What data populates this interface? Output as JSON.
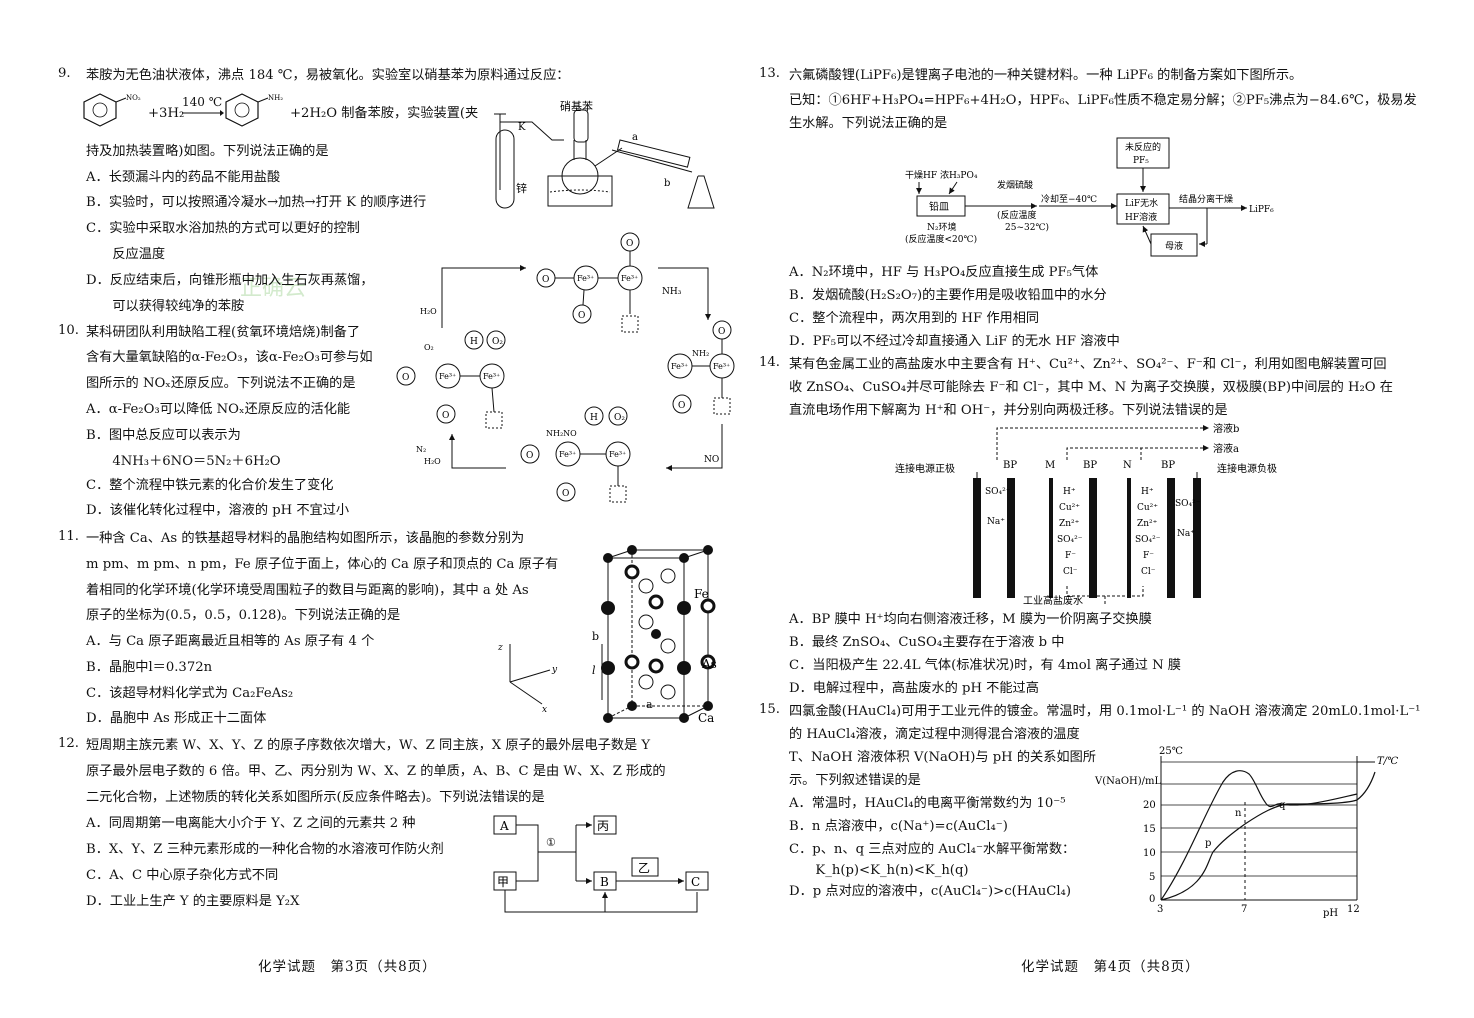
{
  "left": {
    "footer": "化学试题　第3页（共8页）",
    "watermark": "正确云",
    "q9": {
      "num": "9.",
      "l1": "苯胺为无色油状液体，沸点 184 ℃，易被氧化。实验室以硝基苯为原料通过反应：",
      "eq_plus": "+3H₂",
      "eq_cond": "140 ℃",
      "eq_rest": "+2H₂O 制备苯胺，实验装置(夹",
      "l3": "持及加热装置略)如图。下列说法正确的是",
      "opts": [
        "A．长颈漏斗内的药品不能用盐酸",
        "B．实验时，可以按照通冷凝水→加热→打开 K 的顺序进行",
        "C．实验中采取水浴加热的方式可以更好的控制",
        "　　反应温度",
        "D．反应结束后，向锥形瓶中加入生石灰再蒸馏，",
        "　　可以获得较纯净的苯胺"
      ],
      "app": {
        "nitro": "硝基苯",
        "zinc": "锌",
        "k": "K",
        "a": "a",
        "b": "b"
      }
    },
    "q10": {
      "num": "10.",
      "lines": [
        "某科研团队利用缺陷工程(贫氧环境焙烧)制备了",
        "含有大量氧缺陷的α-Fe₂O₃，该α-Fe₂O₃可参与如",
        "图所示的 NOₓ还原反应。下列说法不正确的是"
      ],
      "opts": [
        "A．α-Fe₂O₃可以降低 NOₓ还原反应的活化能",
        "B．图中总反应可以表示为",
        "　　4NH₃＋6NO＝5N₂＋6H₂O",
        "C．整个流程中铁元素的化合价发生了变化",
        "D．该催化转化过程中，溶液的 pH 不宜过小"
      ],
      "cycle": {
        "fe3": "Fe³⁺",
        "o": "O",
        "h": "H",
        "nh3": "NH₃",
        "no": "NO",
        "h2o": "H₂O",
        "o2": "O₂",
        "n2": "N₂",
        "nh2": "NH₂",
        "nh2no": "NH₂NO"
      }
    },
    "q11": {
      "num": "11.",
      "lines": [
        "一种含 Ca、As 的铁基超导材料的晶胞结构如图所示，该晶胞的参数分别为",
        "m pm、m pm、n pm，Fe 原子位于面上，体心的 Ca 原子和顶点的 Ca 原子有",
        "着相同的化学环境(化学环境受周围粒子的数目与距离的影响)，其中 a 处 As",
        "原子的坐标为(0.5，0.5，0.128)。下列说法正确的是"
      ],
      "opts": [
        "A．与 Ca 原子距离最近且相等的 As 原子有 4 个",
        "B．晶胞中l＝0.372n",
        "C．该超导材料化学式为 Ca₂FeAs₂",
        "D．晶胞中 As 形成正十二面体"
      ],
      "cell": {
        "fe": "Fe",
        "as": "As",
        "ca": "Ca",
        "a": "a",
        "b": "b",
        "l": "l",
        "x": "x",
        "y": "y",
        "z": "z"
      }
    },
    "q12": {
      "num": "12.",
      "lines": [
        "短周期主族元素 W、X、Y、Z 的原子序数依次增大，W、Z 同主族，X 原子的最外层电子数是 Y",
        "原子最外层电子数的 6 倍。甲、乙、丙分别为 W、X、Z 的单质，A、B、C 是由 W、X、Z 形成的",
        "二元化合物，上述物质的转化关系如图所示(反应条件略去)。下列说法错误的是"
      ],
      "opts": [
        "A．同周期第一电离能大小介于 Y、Z 之间的元素共 2 种",
        "B．X、Y、Z 三种元素形成的一种化合物的水溶液可作防火剂",
        "C．A、C 中心原子杂化方式不同",
        "D．工业上生产 Y 的主要原料是 Y₂X"
      ],
      "flow": {
        "A": "A",
        "bing": "丙",
        "jia": "甲",
        "B": "B",
        "yi": "乙",
        "C": "C",
        "one": "①"
      }
    }
  },
  "right": {
    "footer": "化学试题　第4页（共8页）",
    "q13": {
      "num": "13.",
      "l1": "六氟磷酸锂(LiPF₆)是锂离子电池的一种关键材料。一种 LiPF₆ 的制备方案如下图所示。",
      "l2": "已知：①6HF+H₃PO₄=HPF₆+4H₂O，HPF₆、LiPF₆性质不稳定易分解；②PF₅沸点为−84.6℃，极易发",
      "l3": "生水解。下列说法正确的是",
      "opts": [
        "A．N₂环境中，HF 与 H₃PO₄反应直接生成 PF₅气体",
        "B．发烟硫酸(H₂S₂O₇)的主要作用是吸收铅皿中的水分",
        "C．整个流程中，两次用到的 HF 作用相同",
        "D．PF₅可以不经过冷却直接通入 LiF 的无水 HF 溶液中"
      ],
      "flow": {
        "in1": "干燥HF 浓H₃PO₄",
        "dish": "铅皿",
        "env1": "N₂环境",
        "env2": "(反应温度<20℃)",
        "acid": "发烟硫酸",
        "t1": "(反应温度",
        "t2": "25~32℃)",
        "cool": "冷却至−40℃",
        "unr1": "未反应的",
        "unr2": "PF₅",
        "lif1": "LiF无水",
        "lif2": "HF溶液",
        "cryst": "结晶分离干燥",
        "prod": "LiPF₆",
        "mother": "母液"
      }
    },
    "q14": {
      "num": "14.",
      "lines": [
        "某有色金属工业的高盐废水中主要含有 H⁺、Cu²⁺、Zn²⁺、SO₄²⁻、F⁻和 Cl⁻，利用如图电解装置可回",
        "收 ZnSO₄、CuSO₄并尽可能除去 F⁻和 Cl⁻，其中 M、N 为离子交换膜，双极膜(BP)中间层的 H₂O 在",
        "直流电场作用下解离为 H⁺和 OH⁻，并分别向两极迁移。下列说法错误的是"
      ],
      "opts": [
        "A．BP 膜中 H⁺均向右侧溶液迁移，M 膜为一价阴离子交换膜",
        "B．最终 ZnSO₄、CuSO₄主要存在于溶液 b 中",
        "C．当阳极产生 22.4L 气体(标准状况)时，有 4mol 离子通过 N 膜",
        "D．电解过程中，高盐废水的 pH 不能过高"
      ],
      "cell": {
        "solb": "溶液b",
        "sola": "溶液a",
        "pos": "连接电源正极",
        "neg": "连接电源负极",
        "bp": "BP",
        "m": "M",
        "n": "N",
        "waste": "工业高盐废水",
        "so4": "SO₄²⁻",
        "na": "Na⁺",
        "ions": [
          "H⁺",
          "Cu²⁺",
          "Zn²⁺",
          "SO₄²⁻",
          "F⁻",
          "Cl⁻"
        ]
      }
    },
    "q15": {
      "num": "15.",
      "l1": "四氯金酸(HAuCl₄)可用于工业元件的镀金。常温时，用 0.1mol·L⁻¹ 的 NaOH 溶液滴定 20mL0.1mol·L⁻¹",
      "l2": "的 HAuCl₄溶液，滴定过程中测得混合溶液的温度",
      "l3": "T、NaOH 溶液体积 V(NaOH)与 pH 的关系如图所",
      "l4": "示。下列叙述错误的是",
      "opts": [
        "A．常温时，HAuCl₄的电离平衡常数约为 10⁻⁵",
        "B．n 点溶液中，c(Na⁺)=c(AuCl₄⁻)",
        "C．p、n、q 三点对应的 AuCl₄⁻水解平衡常数：",
        "　　K_h(p)<K_h(n)<K_h(q)",
        "D．p 点对应的溶液中，c(AuCl₄⁻)>c(HAuCl₄)"
      ],
      "graph": {
        "t25": "25℃",
        "tT": "T/℃",
        "ylabel": "V(NaOH)/mL",
        "ph": "pH",
        "yt": [
          "20",
          "15",
          "10",
          "5",
          "0"
        ],
        "xt": [
          "3",
          "7",
          "12"
        ],
        "p": "p",
        "n": "n",
        "q": "q"
      }
    }
  }
}
